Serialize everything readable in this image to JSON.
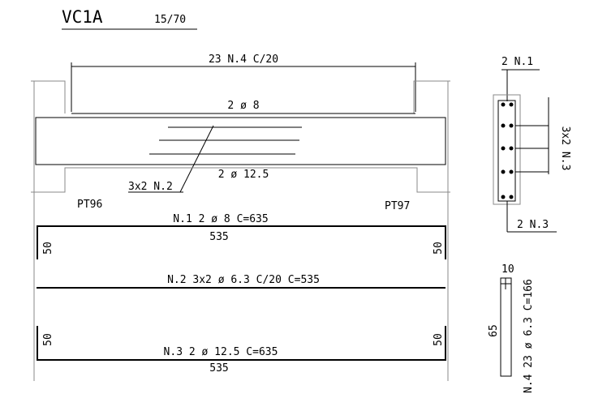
{
  "beam": {
    "title": "VC1A",
    "section_label": "15/70",
    "stirrups_top": "23 N.4 C/20",
    "top_bars": "2 ø 8",
    "bottom_bars": "2 ø 12.5",
    "middle_bars": "3x2 N.2",
    "support_left": "PT96",
    "support_right": "PT97"
  },
  "section": {
    "top_label": "2 N.1",
    "side_label": "3x2 N.3",
    "bottom_label": "2 N.3"
  },
  "bars": {
    "n1": {
      "label": "N.1 2 ø 8 C=635",
      "length": "535",
      "hook_left": "50",
      "hook_right": "50"
    },
    "n2": {
      "label": "N.2 3x2 ø 6.3 C/20 C=535"
    },
    "n3": {
      "label": "N.3 2 ø 12.5 C=635",
      "length": "535",
      "hook_left": "50",
      "hook_right": "50"
    }
  },
  "stirrup": {
    "width": "10",
    "height": "65",
    "label": "N.4 23 ø 6.3 C=166"
  }
}
